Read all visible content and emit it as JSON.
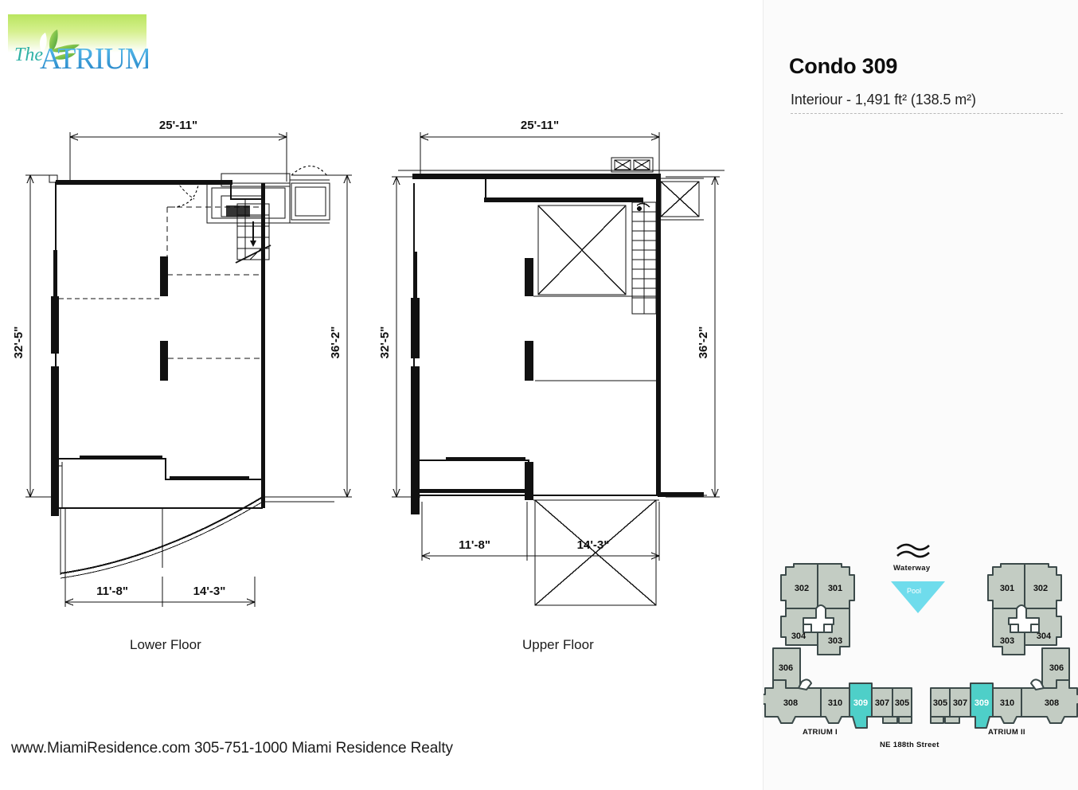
{
  "brand": {
    "logo_the": "The",
    "logo_name": "ATRIUM",
    "logo_green_start": "#cdee84",
    "logo_green_end": "#ffffff",
    "logo_blue": "#2f9fd8",
    "logo_teal": "#31b2a6"
  },
  "header": {
    "title": "Condo 309",
    "subtitle": "Interiour - 1,491 ft² (138.5 m²)",
    "subtitle_prefix": "Interiour - 1,491 ft",
    "subtitle_mid": " (138.5 m",
    "area_sqft": "1,491",
    "area_sqm": "138.5",
    "unit_sqft": "ft²",
    "unit_sqm": "m²"
  },
  "plans": {
    "lower": {
      "caption": "Lower Floor",
      "dim_top": "25'-11\"",
      "dim_left": "32'-5\"",
      "dim_right": "36'-2\"",
      "dim_bottom_left": "11'-8\"",
      "dim_bottom_right": "14'-3\""
    },
    "upper": {
      "caption": "Upper Floor",
      "dim_top": "25'-11\"",
      "dim_left": "32'-5\"",
      "dim_right": "36'-2\"",
      "dim_bottom_left": "11'-8\"",
      "dim_bottom_right": "14'-3\""
    }
  },
  "sitemap": {
    "waterway_label": "Waterway",
    "pool_label": "Pool",
    "street_label": "NE 188th Street",
    "atrium_1_label": "ATRIUM I",
    "atrium_2_label": "ATRIUM II",
    "highlighted_unit": "309",
    "unit_fill": "#c3ccc3",
    "unit_stroke": "#3c4a4a",
    "highlight_fill": "#4ecfc8",
    "pool_fill": "#6fdcec",
    "atrium_1_units": [
      "302",
      "301",
      "304",
      "303",
      "306",
      "308",
      "310",
      "309",
      "307",
      "305"
    ],
    "atrium_2_units": [
      "301",
      "302",
      "303",
      "304",
      "306",
      "305",
      "307",
      "309",
      "310",
      "308"
    ]
  },
  "footer": {
    "text": "www.MiamiResidence.com 305-751-1000 Miami Residence Realty"
  }
}
